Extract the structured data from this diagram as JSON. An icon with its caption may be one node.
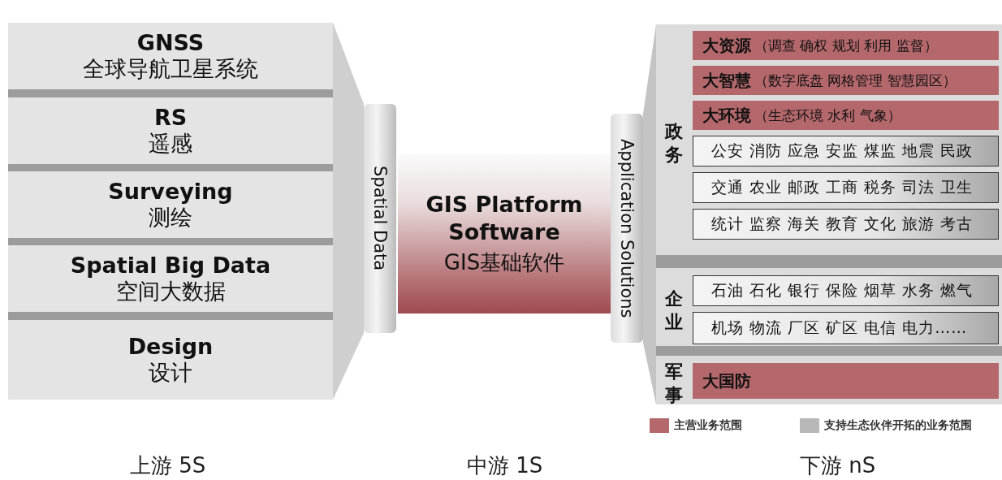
{
  "diagram": {
    "nodes": [
      {
        "text": [
          "GNSS",
          "全球导航卫星系统"
        ]
      },
      {
        "text": [
          "RS",
          "遥感"
        ]
      },
      {
        "text": [
          "Surveying",
          "测绘"
        ]
      },
      {
        "text": [
          "Spatial Big Data",
          "空间大数据"
        ]
      },
      {
        "text": [
          "Design",
          "设计"
        ]
      },
      {
        "text": [
          "Spatial Data"
        ]
      },
      {
        "text": [
          "GIS Platform Software",
          "GIS基础软件"
        ]
      },
      {
        "text": [
          "Application Solutions"
        ]
      },
      {
        "text": [
          "政务"
        ]
      },
      {
        "text": [
          "大资源",
          "（调查 确权 规划 利用 监督）"
        ],
        "in": 8
      },
      {
        "text": [
          "大智慧",
          "（数字底盘 网格管理 智慧园区）"
        ],
        "in": 8
      },
      {
        "text": [
          "大环境",
          "（生态环境 水利 气象）"
        ],
        "in": 8
      },
      {
        "text": [
          "公安 消防 应急 安监 煤监 地震 民政"
        ],
        "in": 8
      },
      {
        "text": [
          "交通 农业 邮政 工商 税务 司法 卫生"
        ],
        "in": 8
      },
      {
        "text": [
          "统计 监察 海关 教育 文化 旅游 考古"
        ],
        "in": 8
      },
      {
        "text": [
          "企业"
        ]
      },
      {
        "text": [
          "石油 石化 银行 保险 烟草 水务 燃气"
        ],
        "in": 15
      },
      {
        "text": [
          "机场 物流 厂区 矿区 电信 电力……"
        ],
        "in": 15
      },
      {
        "text": [
          "军事"
        ]
      },
      {
        "text": [
          "大国防"
        ],
        "in": 18
      }
    ],
    "labels": [
      "上游 5S",
      "中游 1S",
      "下游 nS"
    ],
    "legend": [
      {
        "text": "主营业务范围",
        "color": "#b5686c"
      },
      {
        "text": "支持生态伙伴开拓的业务范围",
        "color": "#b8b8b8"
      }
    ]
  }
}
